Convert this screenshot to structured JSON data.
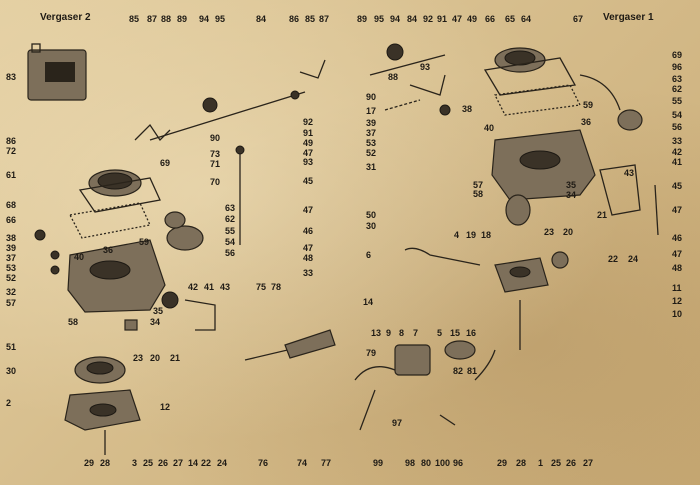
{
  "titles": {
    "left": "Vergaser 2",
    "right": "Vergaser 1"
  },
  "callouts": [
    {
      "id": "t85",
      "text": "85"
    },
    {
      "id": "t87",
      "text": "87"
    },
    {
      "id": "t88",
      "text": "88"
    },
    {
      "id": "t89",
      "text": "89"
    },
    {
      "id": "t94",
      "text": "94"
    },
    {
      "id": "t95",
      "text": "95"
    },
    {
      "id": "t84",
      "text": "84"
    },
    {
      "id": "t86",
      "text": "86"
    },
    {
      "id": "t85b",
      "text": "85"
    },
    {
      "id": "t87b",
      "text": "87"
    },
    {
      "id": "r89",
      "text": "89"
    },
    {
      "id": "r95",
      "text": "95"
    },
    {
      "id": "r94",
      "text": "94"
    },
    {
      "id": "r84",
      "text": "84"
    },
    {
      "id": "r92",
      "text": "92"
    },
    {
      "id": "r91",
      "text": "91"
    },
    {
      "id": "r47",
      "text": "47"
    },
    {
      "id": "r49",
      "text": "49"
    },
    {
      "id": "r66",
      "text": "66"
    },
    {
      "id": "r65",
      "text": "65"
    },
    {
      "id": "r64",
      "text": "64"
    },
    {
      "id": "r67",
      "text": "67"
    },
    {
      "id": "l83",
      "text": "83"
    },
    {
      "id": "l86",
      "text": "86"
    },
    {
      "id": "l72",
      "text": "72"
    },
    {
      "id": "l61",
      "text": "61"
    },
    {
      "id": "l68",
      "text": "68"
    },
    {
      "id": "l66",
      "text": "66"
    },
    {
      "id": "l38",
      "text": "38"
    },
    {
      "id": "l39",
      "text": "39"
    },
    {
      "id": "l37",
      "text": "37"
    },
    {
      "id": "l53",
      "text": "53"
    },
    {
      "id": "l52",
      "text": "52"
    },
    {
      "id": "l32",
      "text": "32"
    },
    {
      "id": "l57",
      "text": "57"
    },
    {
      "id": "l58",
      "text": "58"
    },
    {
      "id": "l51",
      "text": "51"
    },
    {
      "id": "l30",
      "text": "30"
    },
    {
      "id": "l2",
      "text": "2"
    },
    {
      "id": "m90",
      "text": "90"
    },
    {
      "id": "m73",
      "text": "73"
    },
    {
      "id": "m71",
      "text": "71"
    },
    {
      "id": "m70",
      "text": "70"
    },
    {
      "id": "m92",
      "text": "92"
    },
    {
      "id": "m91",
      "text": "91"
    },
    {
      "id": "m49",
      "text": "49"
    },
    {
      "id": "m47",
      "text": "47"
    },
    {
      "id": "m93",
      "text": "93"
    },
    {
      "id": "m45",
      "text": "45"
    },
    {
      "id": "m47b",
      "text": "47"
    },
    {
      "id": "m46",
      "text": "46"
    },
    {
      "id": "m47c",
      "text": "47"
    },
    {
      "id": "m48",
      "text": "48"
    },
    {
      "id": "m33",
      "text": "33"
    },
    {
      "id": "m63",
      "text": "63"
    },
    {
      "id": "m62",
      "text": "62"
    },
    {
      "id": "m55",
      "text": "55"
    },
    {
      "id": "m54",
      "text": "54"
    },
    {
      "id": "m56",
      "text": "56"
    },
    {
      "id": "m69",
      "text": "69"
    },
    {
      "id": "m36",
      "text": "36"
    },
    {
      "id": "m40",
      "text": "40"
    },
    {
      "id": "m59",
      "text": "59"
    },
    {
      "id": "m42",
      "text": "42"
    },
    {
      "id": "m41",
      "text": "41"
    },
    {
      "id": "m43",
      "text": "43"
    },
    {
      "id": "m75",
      "text": "75"
    },
    {
      "id": "m78",
      "text": "78"
    },
    {
      "id": "m35",
      "text": "35"
    },
    {
      "id": "m34",
      "text": "34"
    },
    {
      "id": "m23",
      "text": "23"
    },
    {
      "id": "m20",
      "text": "20"
    },
    {
      "id": "m21",
      "text": "21"
    },
    {
      "id": "m12",
      "text": "12"
    },
    {
      "id": "b29",
      "text": "29"
    },
    {
      "id": "b28",
      "text": "28"
    },
    {
      "id": "b3",
      "text": "3"
    },
    {
      "id": "b25",
      "text": "25"
    },
    {
      "id": "b26",
      "text": "26"
    },
    {
      "id": "b27",
      "text": "27"
    },
    {
      "id": "b14",
      "text": "14"
    },
    {
      "id": "b22",
      "text": "22"
    },
    {
      "id": "b24",
      "text": "24"
    },
    {
      "id": "b76",
      "text": "76"
    },
    {
      "id": "b74",
      "text": "74"
    },
    {
      "id": "b77",
      "text": "77"
    },
    {
      "id": "c90",
      "text": "90"
    },
    {
      "id": "c88",
      "text": "88"
    },
    {
      "id": "c93",
      "text": "93"
    },
    {
      "id": "c17",
      "text": "17"
    },
    {
      "id": "c38",
      "text": "38"
    },
    {
      "id": "c39",
      "text": "39"
    },
    {
      "id": "c37",
      "text": "37"
    },
    {
      "id": "c53",
      "text": "53"
    },
    {
      "id": "c52",
      "text": "52"
    },
    {
      "id": "c31",
      "text": "31"
    },
    {
      "id": "c40",
      "text": "40"
    },
    {
      "id": "c36",
      "text": "36"
    },
    {
      "id": "c59",
      "text": "59"
    },
    {
      "id": "c50",
      "text": "50"
    },
    {
      "id": "c30",
      "text": "30"
    },
    {
      "id": "c6",
      "text": "6"
    },
    {
      "id": "c4",
      "text": "4"
    },
    {
      "id": "c19",
      "text": "19"
    },
    {
      "id": "c18",
      "text": "18"
    },
    {
      "id": "c14",
      "text": "14"
    },
    {
      "id": "c13",
      "text": "13"
    },
    {
      "id": "c9",
      "text": "9"
    },
    {
      "id": "c8",
      "text": "8"
    },
    {
      "id": "c7",
      "text": "7"
    },
    {
      "id": "c5",
      "text": "5"
    },
    {
      "id": "c15",
      "text": "15"
    },
    {
      "id": "c16",
      "text": "16"
    },
    {
      "id": "c79",
      "text": "79"
    },
    {
      "id": "c82",
      "text": "82"
    },
    {
      "id": "c81",
      "text": "81"
    },
    {
      "id": "c97",
      "text": "97"
    },
    {
      "id": "c99",
      "text": "99"
    },
    {
      "id": "c98",
      "text": "98"
    },
    {
      "id": "c80",
      "text": "80"
    },
    {
      "id": "c100",
      "text": "100"
    },
    {
      "id": "c96",
      "text": "96"
    },
    {
      "id": "c57",
      "text": "57"
    },
    {
      "id": "c58",
      "text": "58"
    },
    {
      "id": "c35",
      "text": "35"
    },
    {
      "id": "c34",
      "text": "34"
    },
    {
      "id": "c23",
      "text": "23"
    },
    {
      "id": "c20",
      "text": "20"
    },
    {
      "id": "c21",
      "text": "21"
    },
    {
      "id": "c22",
      "text": "22"
    },
    {
      "id": "c24",
      "text": "24"
    },
    {
      "id": "c29",
      "text": "29"
    },
    {
      "id": "c28",
      "text": "28"
    },
    {
      "id": "c1",
      "text": "1"
    },
    {
      "id": "c25",
      "text": "25"
    },
    {
      "id": "c26",
      "text": "26"
    },
    {
      "id": "c27",
      "text": "27"
    },
    {
      "id": "r69",
      "text": "69"
    },
    {
      "id": "r96",
      "text": "96"
    },
    {
      "id": "r63",
      "text": "63"
    },
    {
      "id": "r62",
      "text": "62"
    },
    {
      "id": "r55",
      "text": "55"
    },
    {
      "id": "r54",
      "text": "54"
    },
    {
      "id": "r56",
      "text": "56"
    },
    {
      "id": "r33",
      "text": "33"
    },
    {
      "id": "r42",
      "text": "42"
    },
    {
      "id": "r41",
      "text": "41"
    },
    {
      "id": "r43",
      "text": "43"
    },
    {
      "id": "r45",
      "text": "45"
    },
    {
      "id": "r47b",
      "text": "47"
    },
    {
      "id": "r46",
      "text": "46"
    },
    {
      "id": "r47c",
      "text": "47"
    },
    {
      "id": "r48",
      "text": "48"
    },
    {
      "id": "r11",
      "text": "11"
    },
    {
      "id": "r12",
      "text": "12"
    },
    {
      "id": "r10",
      "text": "10"
    }
  ]
}
